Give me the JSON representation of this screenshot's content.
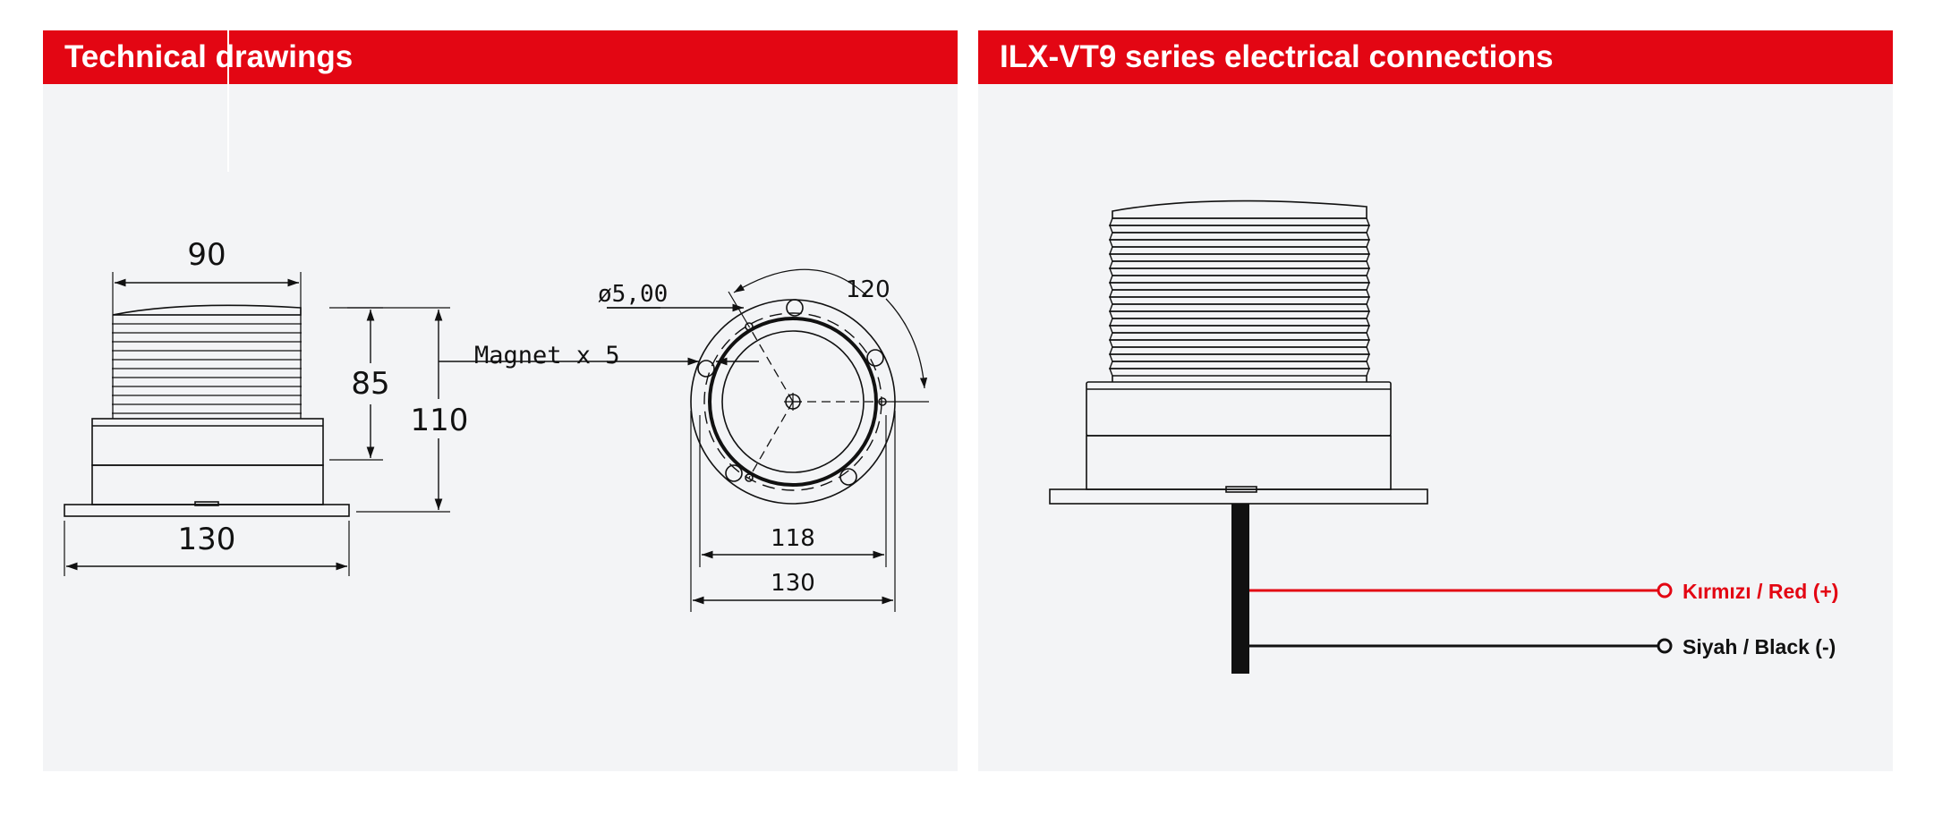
{
  "left_panel": {
    "title": "Technical drawings",
    "dimensions": {
      "top_width": "90",
      "base_width": "130",
      "lens_height": "85",
      "total_height": "110",
      "hole_diameter": "ø5,00",
      "magnet_label": "Magnet x 5",
      "angle": "120",
      "inner_diameter": "118",
      "outer_diameter": "130"
    }
  },
  "right_panel": {
    "title": "ILX-VT9 series electrical connections",
    "wires": {
      "red_label": "Kırmızı / Red (+)",
      "black_label": "Siyah / Black (-)"
    }
  },
  "colors": {
    "brand_red": "#e30613",
    "panel_bg": "#f3f4f6",
    "line": "#111111",
    "red_wire": "#e30613"
  }
}
